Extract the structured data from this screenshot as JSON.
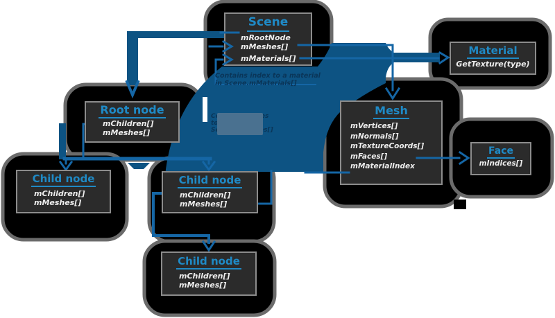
{
  "diagram": {
    "boxes": {
      "scene": {
        "title": "Scene",
        "members": [
          "mRootNode",
          "mMeshes[]",
          "mMaterials[]"
        ]
      },
      "material": {
        "title": "Material",
        "members": [
          "GetTexture(type)"
        ]
      },
      "mesh": {
        "title": "Mesh",
        "members": [
          "mVertices[]",
          "mNormals[]",
          "mTextureCoords[]",
          "mFaces[]",
          "mMaterialIndex"
        ]
      },
      "face": {
        "title": "Face",
        "members": [
          "mIndices[]"
        ]
      },
      "root_node": {
        "title": "Root node",
        "members": [
          "mChildren[]",
          "mMeshes[]"
        ]
      },
      "child_node_left": {
        "title": "Child node",
        "members": [
          "mChildren[]",
          "mMeshes[]"
        ]
      },
      "child_node_center": {
        "title": "Child node",
        "members": [
          "mChildren[]",
          "mMeshes[]"
        ]
      },
      "child_node_bottom": {
        "title": "Child node",
        "members": [
          "mChildren[]",
          "mMeshes[]"
        ]
      }
    },
    "annotations": {
      "material_note": {
        "line1": "Contains index to a material",
        "line2": "in Scene.mMaterials[]"
      },
      "mesh_note": {
        "line1": "Contains indices",
        "line2": "to meshes in",
        "line3": "Scene.mMeshes[]"
      }
    },
    "colors": {
      "background": "#ffffff",
      "swoosh_blue": "#0d5383",
      "connector_blue": "#1566a5",
      "title_blue": "#1f8ac6",
      "box_background": "#2b2b2b",
      "box_border": "#8c8c8c",
      "blob_black": "#000000",
      "blob_outline_gray": "#6b6b6b",
      "annotation_navy": "#0a3558",
      "member_text": "#ededed"
    }
  }
}
